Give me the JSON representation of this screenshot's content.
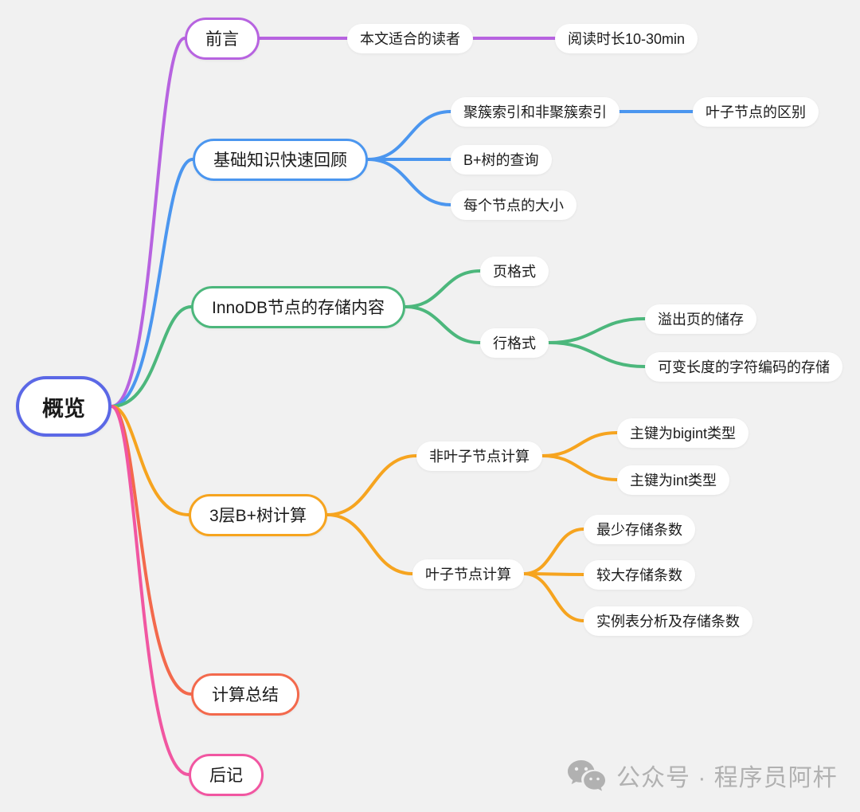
{
  "page": {
    "background": "#f1f1f1"
  },
  "mindmap": {
    "root": {
      "id": "overview",
      "label": "概览",
      "color": "#5b68e6"
    },
    "branches": [
      {
        "id": "preface",
        "label": "前言",
        "color": "#b763e0",
        "children": [
          {
            "id": "readers",
            "label": "本文适合的读者",
            "children": [
              {
                "id": "reading-time",
                "label": "阅读时长10-30min",
                "children": []
              }
            ]
          }
        ]
      },
      {
        "id": "basics",
        "label": "基础知识快速回顾",
        "color": "#4b96ef",
        "children": [
          {
            "id": "cluster-index",
            "label": "聚簇索引和非聚簇索引",
            "children": [
              {
                "id": "leaf-diff",
                "label": "叶子节点的区别",
                "children": []
              }
            ]
          },
          {
            "id": "btree-query",
            "label": "B+树的查询",
            "children": []
          },
          {
            "id": "node-size",
            "label": "每个节点的大小",
            "children": []
          }
        ]
      },
      {
        "id": "innodb",
        "label": "InnoDB节点的存储内容",
        "color": "#4cb77c",
        "children": [
          {
            "id": "page-format",
            "label": "页格式",
            "children": []
          },
          {
            "id": "row-format",
            "label": "行格式",
            "children": [
              {
                "id": "overflow-page",
                "label": "溢出页的储存",
                "children": []
              },
              {
                "id": "varchar-encoding",
                "label": "可变长度的字符编码的存储",
                "children": []
              }
            ]
          }
        ]
      },
      {
        "id": "btree-calc",
        "label": "3层B+树计算",
        "color": "#f6a41f",
        "children": [
          {
            "id": "non-leaf-calc",
            "label": "非叶子节点计算",
            "children": [
              {
                "id": "pk-bigint",
                "label": "主键为bigint类型",
                "children": []
              },
              {
                "id": "pk-int",
                "label": "主键为int类型",
                "children": []
              }
            ]
          },
          {
            "id": "leaf-calc",
            "label": "叶子节点计算",
            "children": [
              {
                "id": "min-rows",
                "label": "最少存储条数",
                "children": []
              },
              {
                "id": "large-rows",
                "label": "较大存储条数",
                "children": []
              },
              {
                "id": "example-rows",
                "label": "实例表分析及存储条数",
                "children": []
              }
            ]
          }
        ]
      },
      {
        "id": "calc-summary",
        "label": "计算总结",
        "color": "#f3694c",
        "children": []
      },
      {
        "id": "postscript",
        "label": "后记",
        "color": "#f156a1",
        "children": []
      }
    ]
  },
  "watermark": {
    "icon": "wechat-icon",
    "text": "公众号 · 程序员阿杆",
    "color": "#b1b1b1"
  }
}
